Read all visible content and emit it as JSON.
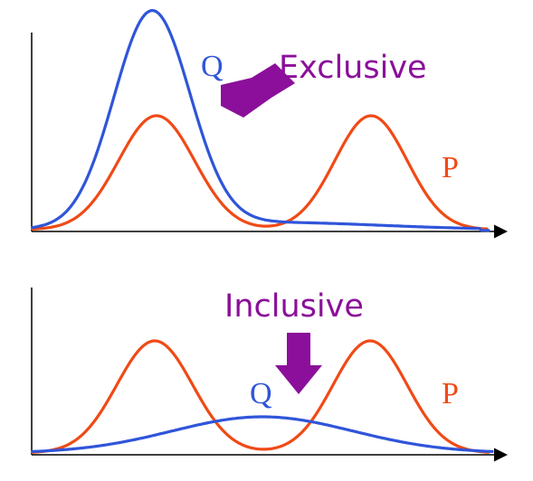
{
  "colors": {
    "q_curve": "#2f55d9",
    "p_curve": "#f04a16",
    "annotation": "#8b0f9a",
    "axis": "#000000"
  },
  "panels": [
    {
      "name": "exclusive",
      "title": "Exclusive",
      "q_label": "Q",
      "p_label": "P",
      "arrow_direction": "down-left"
    },
    {
      "name": "inclusive",
      "title": "Inclusive",
      "q_label": "Q",
      "p_label": "P",
      "arrow_direction": "down"
    }
  ]
}
